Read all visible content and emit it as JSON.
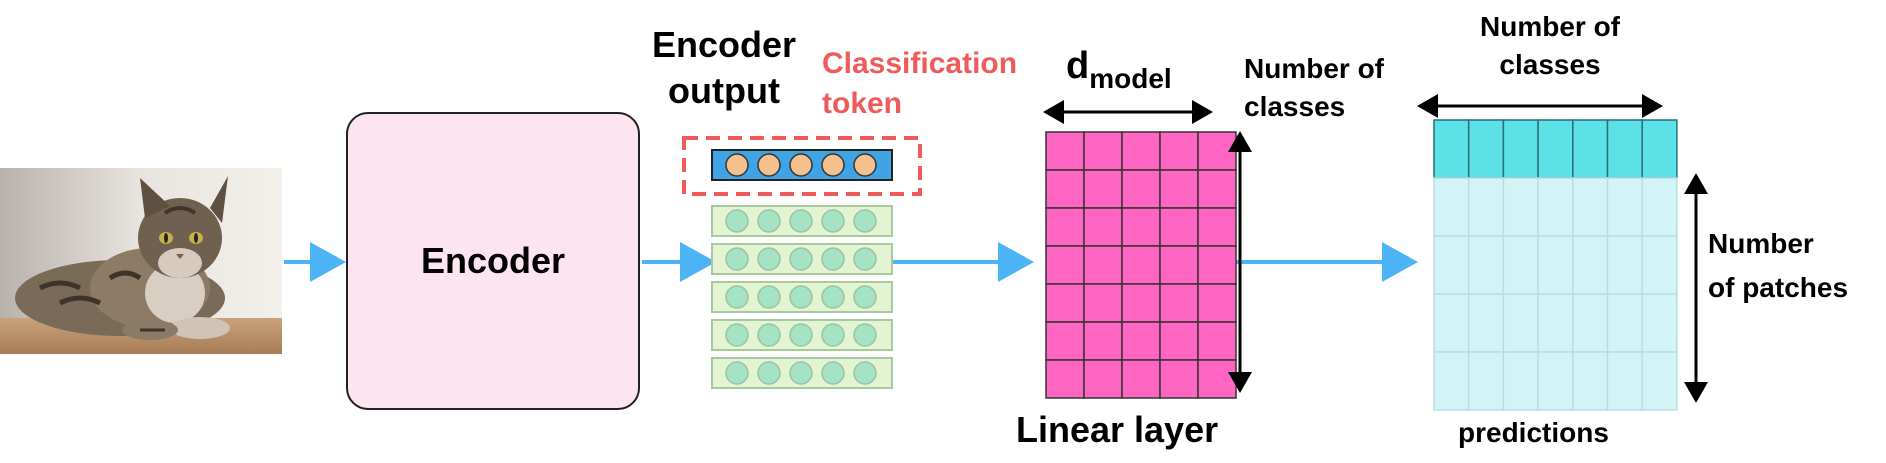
{
  "encoder": {
    "label": "Encoder"
  },
  "encoder_output": {
    "line1": "Encoder",
    "line2": "output"
  },
  "classification_token": {
    "line1": "Classification",
    "line2": "token",
    "color": "#f05a5a"
  },
  "linear_layer": {
    "d_model_d": "d",
    "d_model_sub": "model",
    "num_classes_line1": "Number of",
    "num_classes_line2": "classes",
    "title": "Linear layer",
    "color": "#ff66c4",
    "rows": 7,
    "cols": 5
  },
  "predictions": {
    "num_classes_line1": "Number of",
    "num_classes_line2": "classes",
    "num_patches_line1": "Number",
    "num_patches_line2": "of patches",
    "title": "predictions",
    "header_color": "#5ce1e6",
    "body_color": "#d2f4f7",
    "cols": 7,
    "body_rows": 4
  },
  "tokens": {
    "cls_bar_color": "#3fa3e6",
    "cls_circle_color": "#f5c08f",
    "patch_bar_color": "#e3f4d3",
    "patch_circle_color": "#a6e3c4",
    "circles_per_token": 5,
    "patch_token_count": 5
  },
  "arrow_color": "#4cb4f5",
  "image": {
    "name": "cat-photo"
  }
}
